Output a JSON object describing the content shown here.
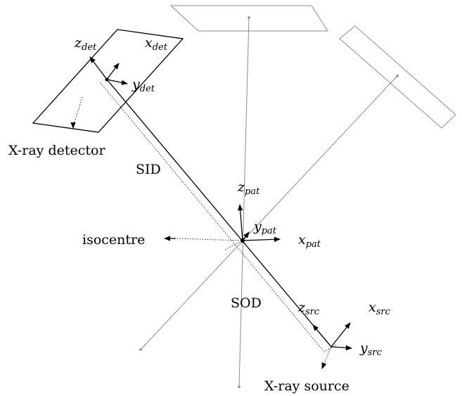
{
  "labels": {
    "xray_detector": "X-ray detector",
    "sid": "SID",
    "isocentre": "isocentre",
    "sod": "SOD",
    "xray_source": "X-ray source"
  },
  "axes": {
    "detector": {
      "z": {
        "main": "z",
        "sub": "det"
      },
      "x": {
        "main": "x",
        "sub": "det"
      },
      "y": {
        "main": "y",
        "sub": "det"
      }
    },
    "patient": {
      "z": {
        "main": "z",
        "sub": "pat"
      },
      "y": {
        "main": "y",
        "sub": "pat"
      },
      "x": {
        "main": "x",
        "sub": "pat"
      }
    },
    "source": {
      "z": {
        "main": "z",
        "sub": "src"
      },
      "x": {
        "main": "x",
        "sub": "src"
      },
      "y": {
        "main": "y",
        "sub": "src"
      }
    }
  },
  "colors": {
    "foreground": "#000000",
    "projection_lines": "#8c8c8c",
    "background": "#ffffff"
  }
}
